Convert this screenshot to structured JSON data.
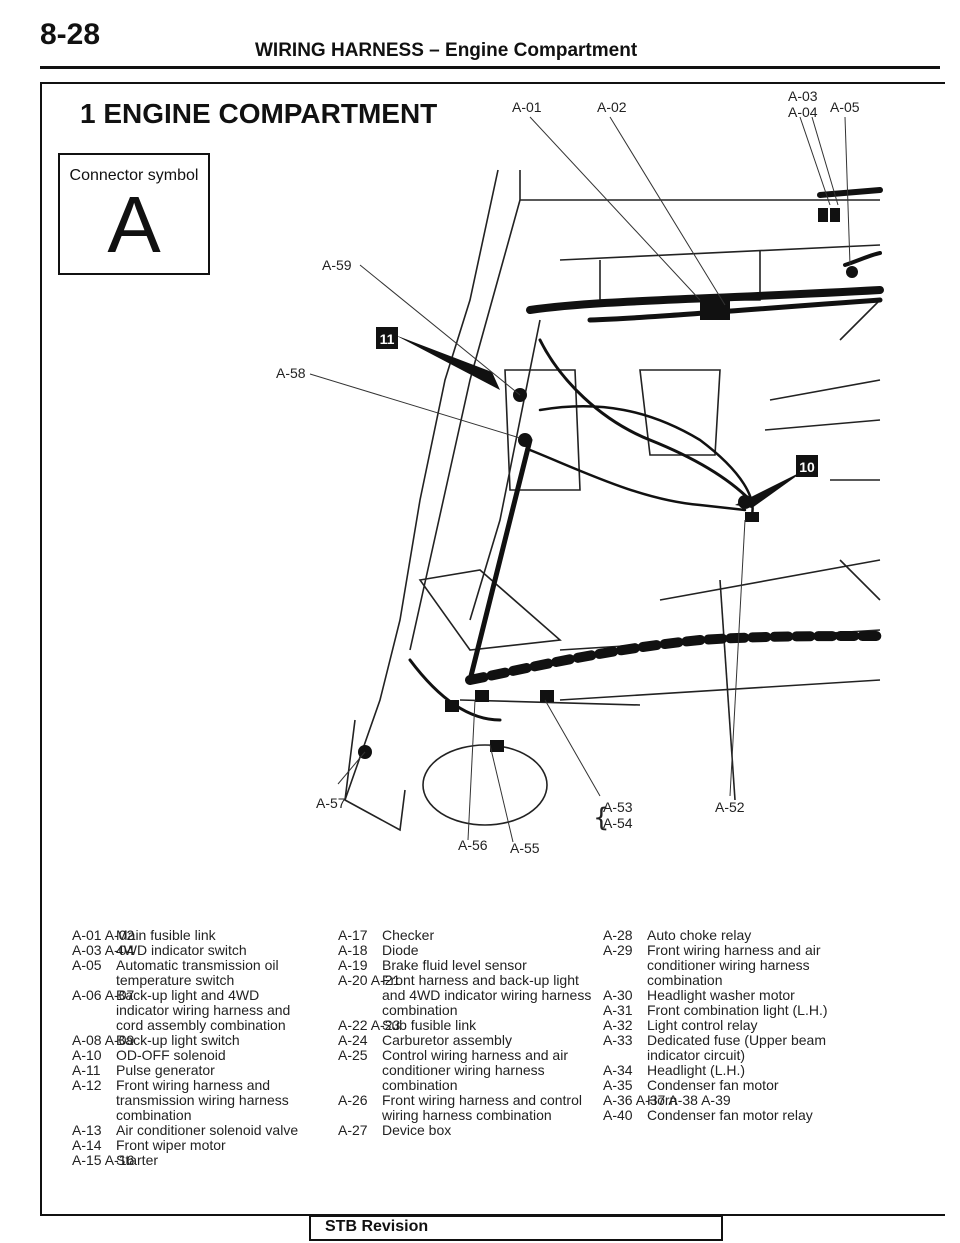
{
  "header": {
    "page_number": "8-28",
    "title": "WIRING HARNESS – Engine Compartment"
  },
  "section": {
    "title": "1 ENGINE COMPARTMENT"
  },
  "connector_symbol": {
    "label": "Connector symbol",
    "letter": "A"
  },
  "callouts": {
    "a01": "A-01",
    "a02": "A-02",
    "a03": "A-03",
    "a04": "A-04",
    "a05": "A-05",
    "a59": "A-59",
    "a58": "A-58",
    "a57": "A-57",
    "a56": "A-56",
    "a55": "A-55",
    "a53": "A-53",
    "a54": "A-54",
    "a52": "A-52"
  },
  "markers": {
    "m1": "11",
    "m2": "10"
  },
  "legend": {
    "col1": [
      {
        "code": "A-01 A-02",
        "desc": "Main fusible link"
      },
      {
        "code": "A-03 A-04",
        "desc": "4WD indicator switch"
      },
      {
        "code": "A-05",
        "desc": "Automatic transmission oil temperature switch"
      },
      {
        "code": "A-06 A-07",
        "desc": "Back-up light and 4WD indicator wiring harness and cord assembly combination"
      },
      {
        "code": "A-08 A-09",
        "desc": "Back-up light switch"
      },
      {
        "code": "A-10",
        "desc": "OD-OFF solenoid"
      },
      {
        "code": "A-11",
        "desc": "Pulse generator"
      },
      {
        "code": "A-12",
        "desc": "Front wiring harness and transmission wiring harness combination"
      },
      {
        "code": "A-13",
        "desc": "Air conditioner solenoid valve"
      },
      {
        "code": "A-14",
        "desc": "Front wiper motor"
      },
      {
        "code": "A-15 A-16",
        "desc": "Starter"
      }
    ],
    "col2": [
      {
        "code": "A-17",
        "desc": "Checker"
      },
      {
        "code": "A-18",
        "desc": "Diode"
      },
      {
        "code": "A-19",
        "desc": "Brake fluid level sensor"
      },
      {
        "code": "A-20 A-21",
        "desc": "Front harness and back-up light and 4WD indicator wiring harness combination"
      },
      {
        "code": "A-22 A-23",
        "desc": "Sub fusible link"
      },
      {
        "code": "A-24",
        "desc": "Carburetor assembly"
      },
      {
        "code": "A-25",
        "desc": "Control wiring harness and air conditioner wiring harness combination"
      },
      {
        "code": "A-26",
        "desc": "Front wiring harness and control wiring harness combination"
      },
      {
        "code": "A-27",
        "desc": "Device box"
      }
    ],
    "col3": [
      {
        "code": "A-28",
        "desc": "Auto choke relay"
      },
      {
        "code": "A-29",
        "desc": "Front wiring harness and air conditioner wiring harness combination"
      },
      {
        "code": "A-30",
        "desc": "Headlight washer motor"
      },
      {
        "code": "A-31",
        "desc": "Front combination light (L.H.)"
      },
      {
        "code": "A-32",
        "desc": "Light control relay"
      },
      {
        "code": "A-33",
        "desc": "Dedicated fuse (Upper beam indicator circuit)"
      },
      {
        "code": "A-34",
        "desc": "Headlight (L.H.)"
      },
      {
        "code": "A-35",
        "desc": "Condenser fan motor"
      },
      {
        "code": "A-36 A-37 A-38 A-39",
        "desc": "Horn"
      },
      {
        "code": "A-40",
        "desc": "Condenser fan motor relay"
      }
    ]
  },
  "footer": {
    "label": "STB Revision"
  }
}
